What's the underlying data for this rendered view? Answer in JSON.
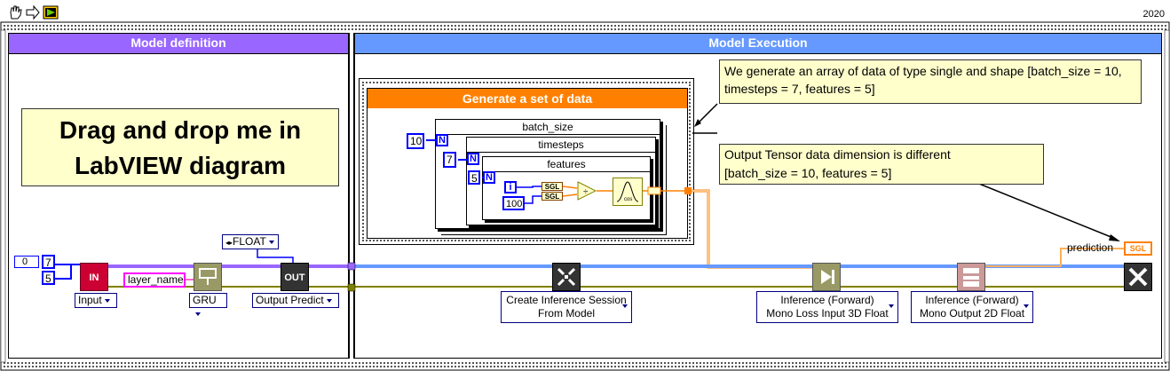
{
  "toolbar": {
    "version": "2020",
    "icons": [
      "hand-tool-icon",
      "arrow-tool-icon",
      "run-icon"
    ]
  },
  "panels": {
    "model_definition": "Model definition",
    "model_execution": "Model Execution"
  },
  "drag_note": {
    "line1": "Drag and drop me in",
    "line2": "LabVIEW diagram"
  },
  "generate": {
    "title": "Generate a set of data",
    "loops": {
      "batch_size": "batch_size",
      "timesteps": "timesteps",
      "features": "features"
    },
    "constants": {
      "batch": "10",
      "time": "7",
      "feat": "5",
      "count": "100"
    },
    "n_label": "N",
    "i_label": "i",
    "sgl": "SGL",
    "cos": "cos"
  },
  "notes": {
    "note1": "We generate an array of data of type single and shape [batch_size = 10, timesteps = 7, features = 5]",
    "note2_line1": "Output Tensor data dimension is different",
    "note2_line2": "[batch_size = 10, features = 5]"
  },
  "model_def": {
    "array": {
      "index": "0",
      "v1": "7",
      "v2": "5"
    },
    "in_label": "IN",
    "out_label": "OUT",
    "input_ring": "Input",
    "layer_name": "layer_name",
    "gru_ring": "GRU",
    "float_ring": "FLOAT",
    "output_predict": "Output Predict"
  },
  "execution": {
    "create_session": {
      "line1": "Create Inference Session",
      "line2": "From Model"
    },
    "inference_forward": {
      "line1": "Inference (Forward)",
      "line2": "Mono Loss Input 3D Float"
    },
    "inference_output": {
      "line1": "Inference (Forward)",
      "line2": "Mono Output 2D Float"
    },
    "prediction_label": "prediction",
    "prediction_type": "SGL"
  },
  "colors": {
    "purple": "#9966ff",
    "blue": "#6699ff",
    "orange": "#ff8000",
    "note": "#ffffcc",
    "wire_blue": "#0000ff",
    "wire_orange": "#ff8000",
    "wire_olive": "#808000",
    "wire_pink": "#ff66cc"
  }
}
